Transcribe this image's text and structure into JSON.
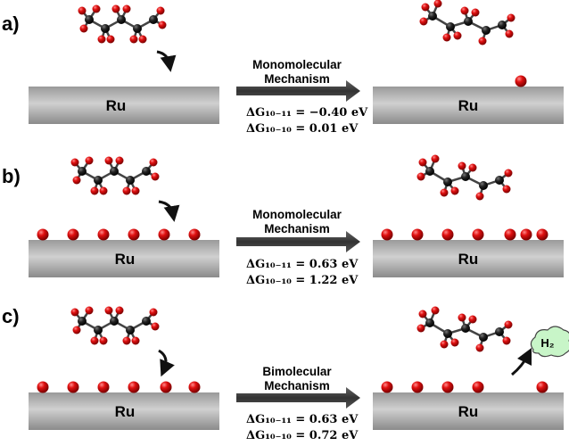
{
  "panels": [
    {
      "label": "a)",
      "slab_label": "Ru",
      "mechanism_line1": "Monomolecular",
      "mechanism_line2": "Mechanism",
      "eq1": "ΔG₁₀₋₁₁ = −0.40 eV",
      "eq2": "ΔG₁₀₋₁₀ =  0.01 eV"
    },
    {
      "label": "b)",
      "slab_label": "Ru",
      "mechanism_line1": "Monomolecular",
      "mechanism_line2": "Mechanism",
      "eq1": "ΔG₁₀₋₁₁ = 0.63 eV",
      "eq2": "ΔG₁₀₋₁₀ = 1.22 eV"
    },
    {
      "label": "c)",
      "slab_label": "Ru",
      "mechanism_line1": "Bimolecular",
      "mechanism_line2": "Mechanism",
      "eq1": "ΔG₁₀₋₁₁ = 0.63 eV",
      "eq2": "ΔG₁₀₋₁₀ = 0.72 eV",
      "product": "H₂"
    }
  ],
  "colors": {
    "oxygen": "#d40000",
    "carbon": "#1a1a1a",
    "slab_light": "#bdbdbd",
    "slab_dark": "#7a7a7a",
    "arrow": "#555555",
    "cloud": "#c8f5c8"
  }
}
